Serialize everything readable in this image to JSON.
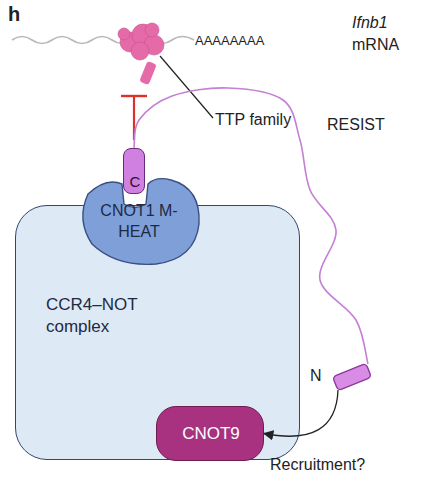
{
  "diagram": {
    "nodes": [
      {
        "text": [
          "CCR4–NOT complex"
        ]
      },
      {
        "text": [
          "CNOT1 M-HEAT"
        ],
        "in": 0
      },
      {
        "text": [
          "C"
        ]
      },
      {
        "text": [
          "CNOT9"
        ],
        "in": 0
      },
      {
        "text": [
          "N"
        ]
      }
    ],
    "edges": [
      {
        "from": 2,
        "to": 4,
        "arrow": "none",
        "label": "RESIST"
      },
      {
        "from": 4,
        "to": 3,
        "arrow": "to",
        "label": "Recruitment?"
      }
    ],
    "labels": [
      "h",
      "AAAAAAAA",
      "Ifnb1",
      "mRNA",
      "TTP family"
    ]
  }
}
